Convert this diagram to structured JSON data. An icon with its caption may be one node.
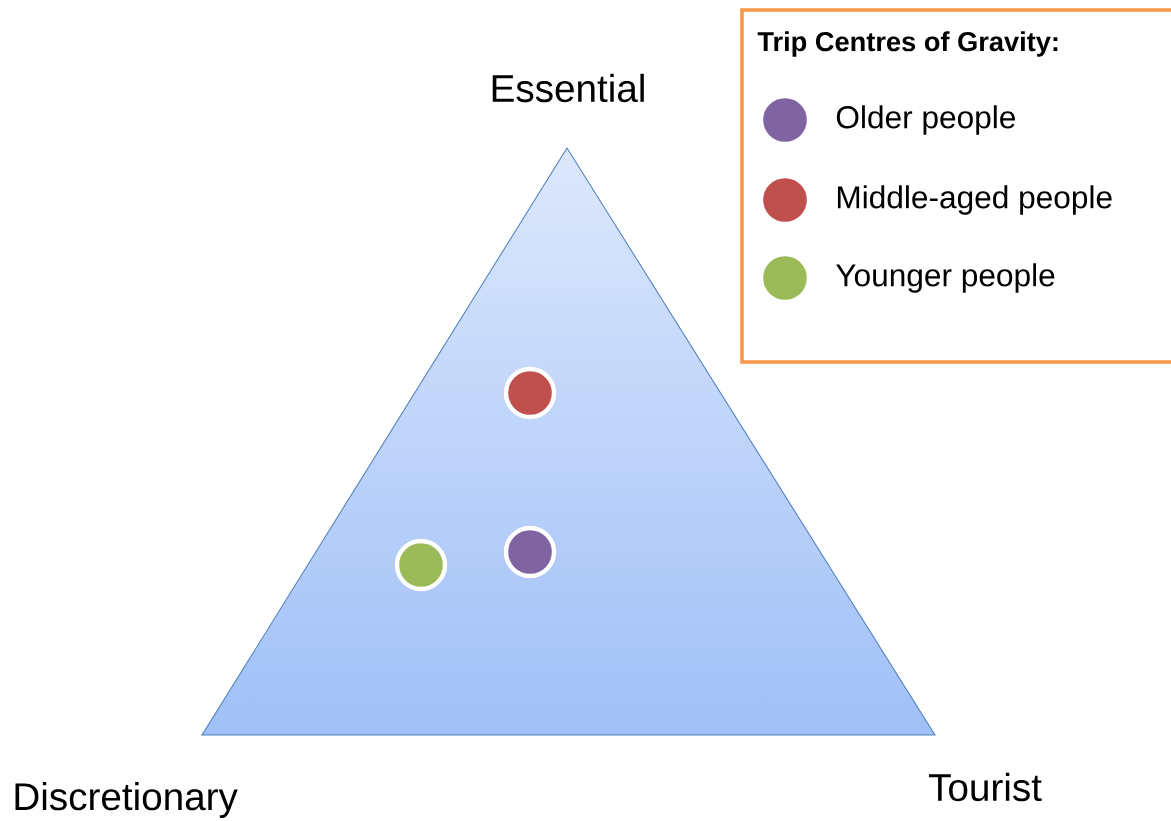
{
  "diagram": {
    "labels": [
      "Trip Centres of Gravity:",
      "Essential",
      "Discretionary",
      "Tourist"
    ],
    "legend": [
      {
        "text": "Older people",
        "color": "#8064a2"
      },
      {
        "text": "Middle-aged people",
        "color": "#c0504d"
      },
      {
        "text": "Younger people",
        "color": "#9bbb59"
      }
    ]
  }
}
